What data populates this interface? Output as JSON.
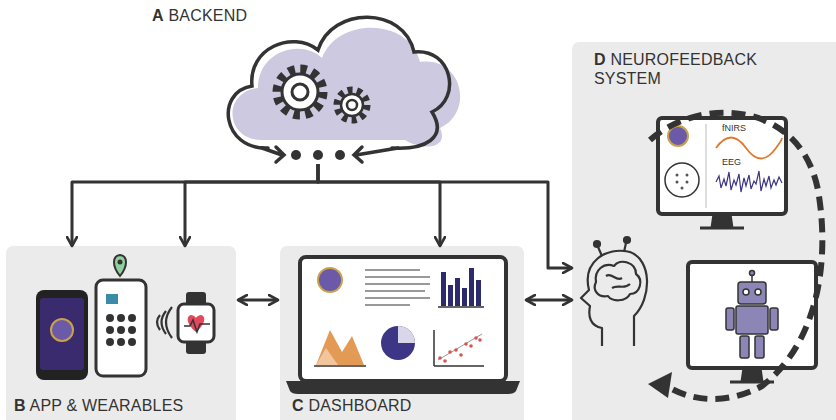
{
  "diagram": {
    "nodes": [
      {
        "text": [
          "A BACKEND"
        ]
      },
      {
        "text": [
          "B APP & WEARABLES"
        ]
      },
      {
        "text": [
          "C DASHBOARD"
        ]
      },
      {
        "text": [
          "D NEUROFEEDBACK SYSTEM"
        ]
      }
    ],
    "edges": [
      {
        "from": 0,
        "to": 1,
        "arrow": "to"
      },
      {
        "from": 0,
        "to": 1,
        "arrow": "to"
      },
      {
        "from": 0,
        "to": 2,
        "arrow": "to"
      },
      {
        "from": 0,
        "to": 3,
        "arrow": "to"
      },
      {
        "from": 1,
        "to": 2,
        "arrow": "both"
      },
      {
        "from": 2,
        "to": 3,
        "arrow": "both"
      }
    ],
    "labels": [
      "fNIRS",
      "EEG"
    ]
  }
}
